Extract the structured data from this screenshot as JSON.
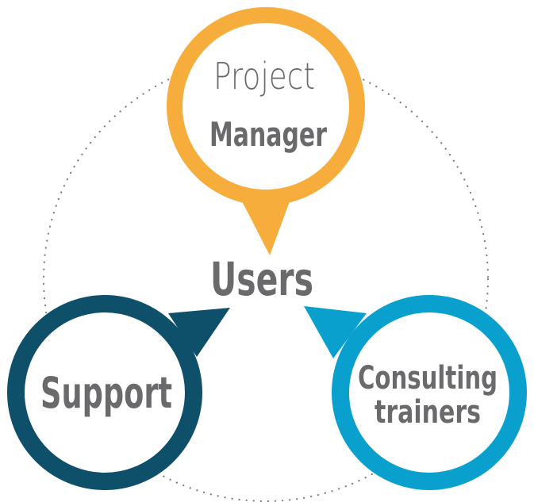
{
  "diagram": {
    "center": {
      "label": "Users"
    },
    "nodes": [
      {
        "id": "project-manager",
        "line1": "Project",
        "line2": "Manager",
        "color": "#f6ad3c"
      },
      {
        "id": "support",
        "line1": "Support",
        "color": "#0e4f6a"
      },
      {
        "id": "consulting-trainers",
        "line1": "Consulting",
        "line2": "trainers",
        "color": "#0aa0cd"
      }
    ],
    "ring_color": "#7a7a7a",
    "text_color": "#6a6a6c"
  }
}
